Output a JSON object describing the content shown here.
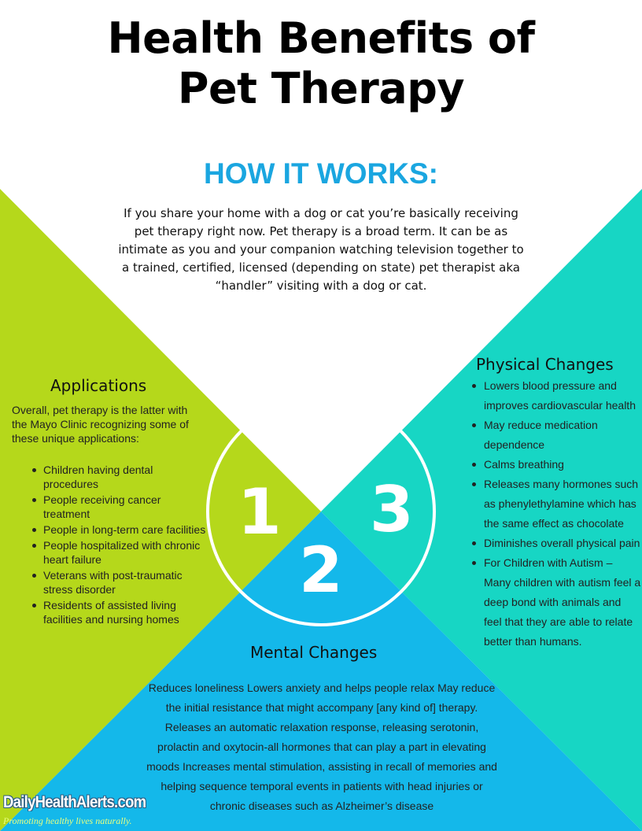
{
  "title": {
    "line1": "Health Benefits of",
    "line2": "Pet Therapy"
  },
  "how_it_works": {
    "heading": "HOW IT WORKS:",
    "text": "If you share your home with a dog or cat you’re basically receiving pet  therapy right now. Pet therapy is a broad term. It can be as intimate as  you and your companion watching television together to a trained,  certified, licensed (depending on state) pet therapist aka “handler”  visiting with a dog or cat."
  },
  "applications": {
    "heading": "Applications",
    "description": "Overall, pet therapy is the latter with the Mayo Clinic recognizing some of these unique applications:",
    "items": [
      "Children having dental procedures",
      "People receiving cancer treatment",
      "People in long-term care facilities",
      "People hospitalized with chronic heart failure",
      "Veterans with post-traumatic stress disorder",
      "Residents of assisted living facilities and nursing homes"
    ]
  },
  "physical": {
    "heading": "Physical Changes",
    "items": [
      "Lowers blood pressure and improves cardiovascular health",
      "May reduce medication dependence",
      "Calms breathing",
      "Releases many hormones such as phenylethylamine which has the same effect as chocolate",
      "Diminishes overall physical pain",
      "For Children with Autism – Many children with autism feel a deep bond with animals and feel that they are able to relate better than humans."
    ]
  },
  "mental": {
    "heading": "Mental Changes",
    "text": "Reduces loneliness     Lowers anxiety and helps people relax     May reduce the initial resistance that might accompany [any kind of] therapy.     Releases an automatic relaxation response, releasing serotonin, prolactin and oxytocin-all hormones that can play a part in elevating moods     Increases mental stimulation, assisting in recall of memories and helping sequence temporal events in patients with head injuries or chronic diseases such as Alzheimer’s disease"
  },
  "numbers": {
    "one": "1",
    "two": "2",
    "three": "3"
  },
  "logo": {
    "name": "DailyHealthAlerts.com",
    "tagline": "Promoting healthy lives naturally."
  },
  "colors": {
    "green": "#b5d81b",
    "teal": "#17d6c4",
    "blue": "#14b8ea",
    "heading_blue": "#1aa6e0"
  }
}
